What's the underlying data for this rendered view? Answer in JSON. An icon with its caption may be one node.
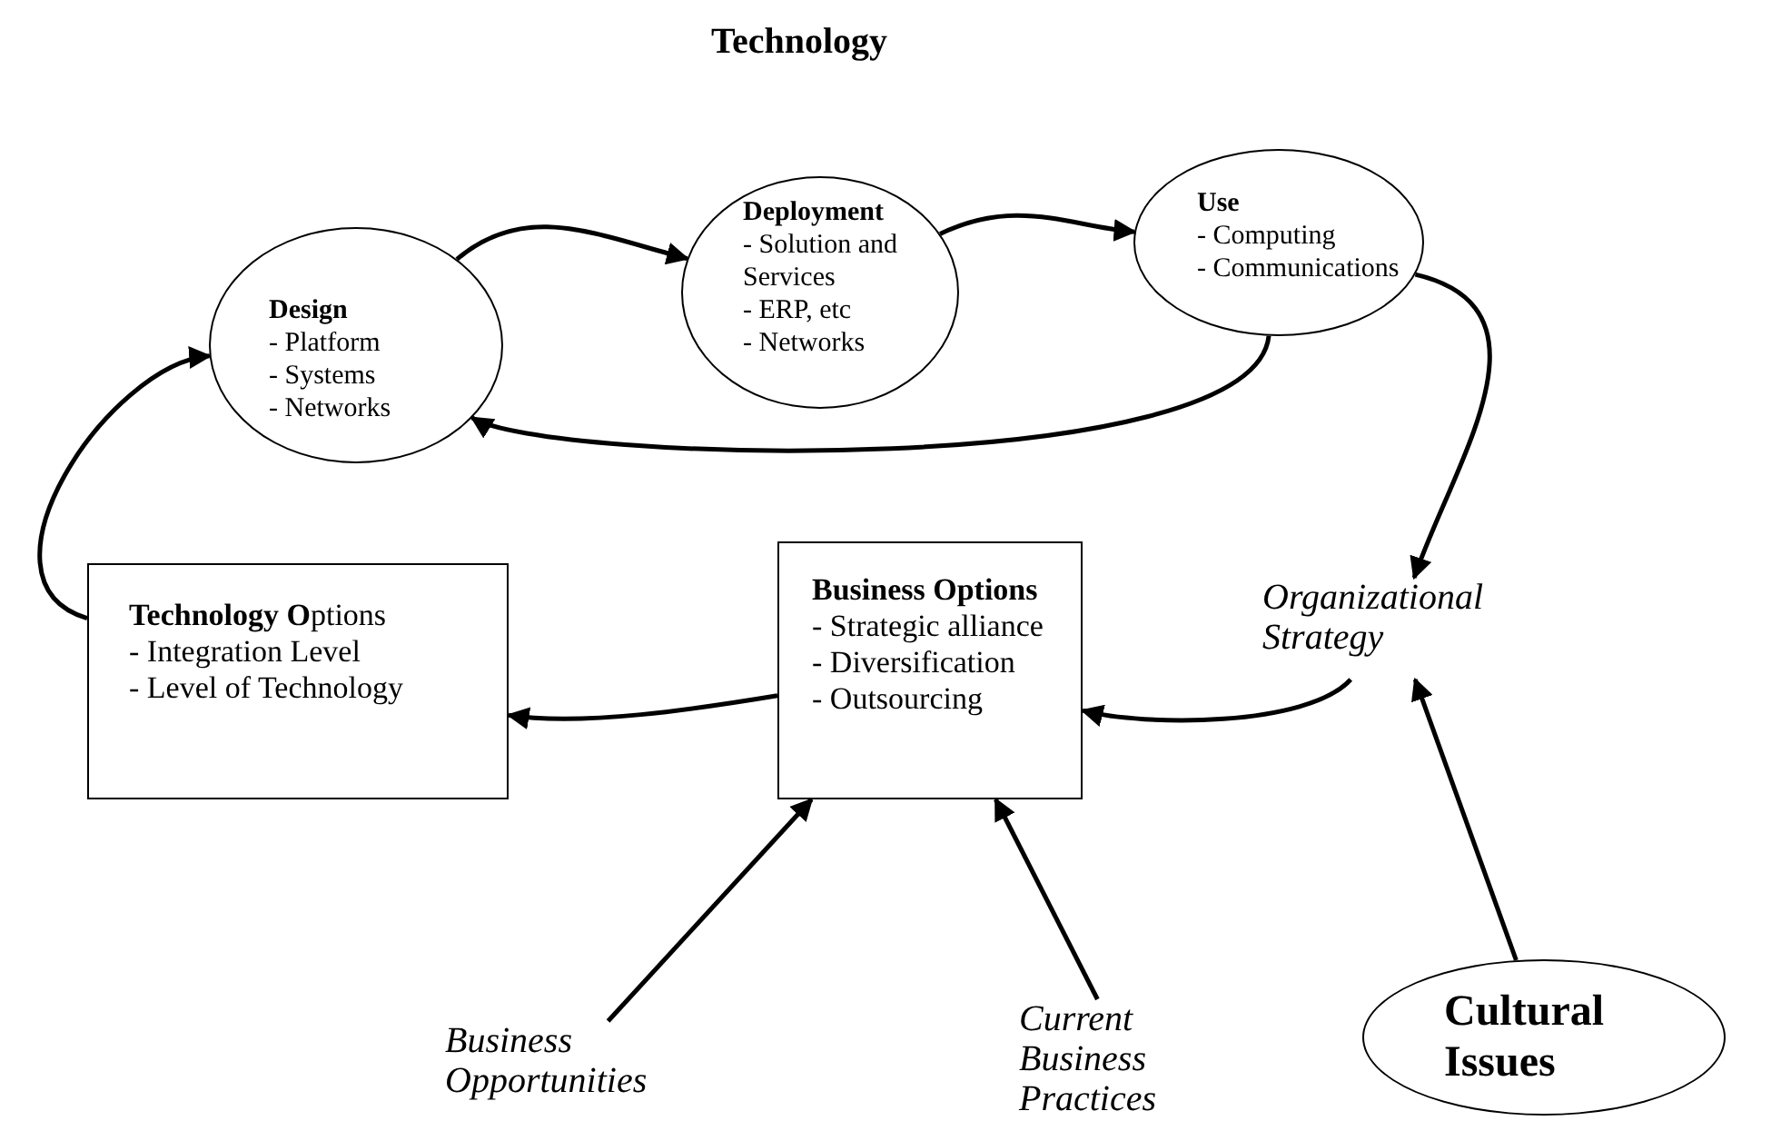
{
  "diagram": {
    "title": "Technology",
    "nodes": [
      {
        "text": [
          "Design",
          "- Platform",
          "- Systems",
          "- Networks"
        ]
      },
      {
        "text": [
          "Deployment",
          "- Solution and Services",
          "- ERP, etc",
          "- Networks"
        ]
      },
      {
        "text": [
          "Use",
          "- Computing",
          "- Communications"
        ]
      },
      {
        "text": [
          "**Technology O**ptions",
          "- Integration Level",
          "- Level of Technology"
        ]
      },
      {
        "text": [
          "Business Options",
          "- Strategic alliance",
          "- Diversification",
          "- Outsourcing"
        ]
      },
      {
        "text": [
          "Organizational Strategy"
        ]
      },
      {
        "text": [
          "Business Opportunities"
        ]
      },
      {
        "text": [
          "Current Business Practices"
        ]
      },
      {
        "text": [
          "Cultural Issues"
        ]
      }
    ],
    "edges": [
      {
        "from": 0,
        "to": 1,
        "arrow": "to"
      },
      {
        "from": 1,
        "to": 2,
        "arrow": "to"
      },
      {
        "from": 2,
        "to": 0,
        "arrow": "to"
      },
      {
        "from": 2,
        "to": 5,
        "arrow": "to"
      },
      {
        "from": 5,
        "to": 4,
        "arrow": "to"
      },
      {
        "from": 4,
        "to": 3,
        "arrow": "to"
      },
      {
        "from": 3,
        "to": 0,
        "arrow": "to"
      },
      {
        "from": 6,
        "to": 4,
        "arrow": "to"
      },
      {
        "from": 7,
        "to": 4,
        "arrow": "to"
      },
      {
        "from": 8,
        "to": 5,
        "arrow": "to"
      }
    ]
  }
}
